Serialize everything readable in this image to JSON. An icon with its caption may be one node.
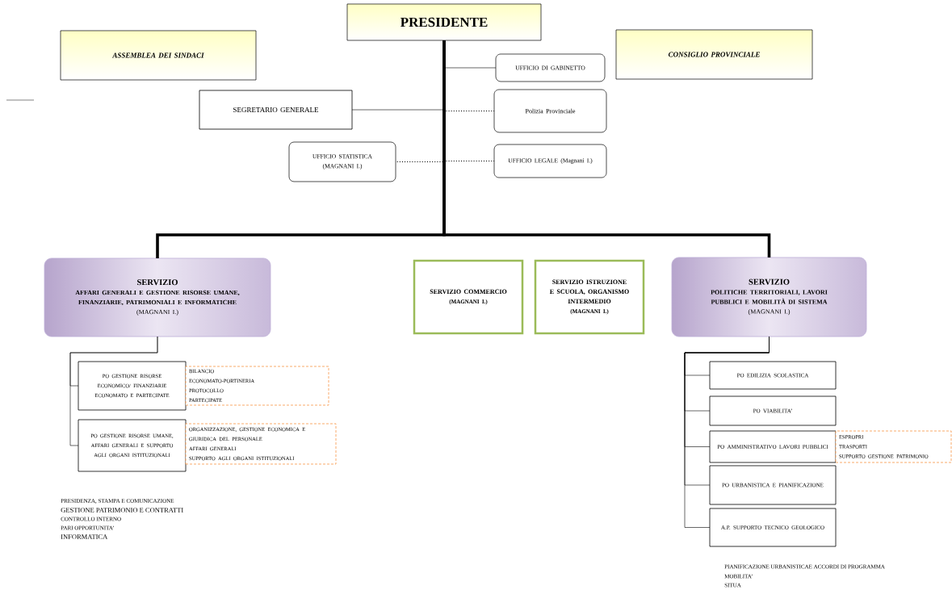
{
  "diagram": {
    "nodes": [
      {
        "text": [
          "PRESIDENTE"
        ]
      },
      {
        "text": [
          "ASSEMBLEA DEI SINDACI"
        ]
      },
      {
        "text": [
          "CONSIGLIO PROVINCIALE"
        ]
      },
      {
        "text": [
          "UFFICIO DI GABINETTO"
        ]
      },
      {
        "text": [
          "SEGRETARIO GENERALE"
        ]
      },
      {
        "text": [
          "Polizia Provinciale"
        ]
      },
      {
        "text": [
          "UFFICIO STATISTICA (MAGNANI I.)"
        ]
      },
      {
        "text": [
          "UFFICIO LEGALE (Magnani I.)"
        ]
      },
      {
        "text": [
          "SERVIZIO",
          "AFFARI GENERALI E GESTIONE RISORSE UMANE, FINANZIARIE, PATRIMONIALI E INFORMATICHE",
          "(MAGNANI I.)"
        ]
      },
      {
        "text": [
          "SERVIZIO COMMERCIO",
          "(MAGNANI I.)"
        ]
      },
      {
        "text": [
          "SERVIZIO ISTRUZIONE E SCUOLA, ORGANISMO INTERMEDIO",
          "(MAGNANI I.)"
        ]
      },
      {
        "text": [
          "SERVIZIO",
          "POLITICHE TERRITORIALI, LAVORI PUBBLICI E MOBILITÀ DI SISTEMA",
          "(MAGNANI I.)"
        ]
      },
      {
        "text": [
          "PO GESTIONE RISORSE ECONOMICO/ FINANZIARIE ECONOMATO E PARTECIPATE"
        ]
      },
      {
        "text": [
          "BILANCIO",
          "ECONOMATO-PORTINERIA",
          "PROTOCOLLO",
          "PARTECIPATE"
        ]
      },
      {
        "text": [
          "PO GESTIONE RISORSE UMANE, AFFARI GENERALI E SUPPORTO AGLI ORGANI ISTITUZIONALI"
        ]
      },
      {
        "text": [
          "ORGANIZZAZIONE, GESTIONE ECONOMICA E GIURIDICA DEL PERSONALE",
          "AFFARI GENERALI",
          "SUPPORTO AGLI ORGANI ISTITUZIONALI"
        ]
      },
      {
        "text": [
          "PO EDILIZIA SCOLASTICA"
        ]
      },
      {
        "text": [
          "PO VIABILITA’"
        ]
      },
      {
        "text": [
          "PO AMMINISTRATIVO LAVORI PUBBLICI"
        ]
      },
      {
        "text": [
          "ESPROPRI",
          "TRASPORTI",
          "SUPPORTO GESTIONE PATRIMONIO"
        ]
      },
      {
        "text": [
          "PO URBANISTICA E PIANIFICAZIONE"
        ]
      },
      {
        "text": [
          "A.P. SUPPORTO TECNICO GEOLOGICO"
        ]
      }
    ],
    "edges": [
      {
        "from": 0,
        "to": 4,
        "arrow": "none"
      },
      {
        "from": 0,
        "to": 3,
        "arrow": "none"
      },
      {
        "from": 0,
        "to": 5,
        "arrow": "none",
        "style": "dashed"
      },
      {
        "from": 0,
        "to": 6,
        "arrow": "none",
        "style": "dashed"
      },
      {
        "from": 0,
        "to": 7,
        "arrow": "none",
        "style": "dashed"
      },
      {
        "from": 0,
        "to": 8,
        "arrow": "none",
        "style": "thick"
      },
      {
        "from": 0,
        "to": 11,
        "arrow": "none",
        "style": "thick"
      },
      {
        "from": 8,
        "to": 12,
        "arrow": "none"
      },
      {
        "from": 8,
        "to": 14,
        "arrow": "none"
      },
      {
        "from": 11,
        "to": 16,
        "arrow": "none"
      },
      {
        "from": 11,
        "to": 17,
        "arrow": "none"
      },
      {
        "from": 11,
        "to": 18,
        "arrow": "none"
      },
      {
        "from": 11,
        "to": 20,
        "arrow": "none"
      },
      {
        "from": 11,
        "to": 21,
        "arrow": "none"
      }
    ],
    "labels": [
      "PRESIDENZA, STAMPA E COMUNICAZIONE",
      "GESTIONE PATRIMONIO E CONTRATTI",
      "CONTROLLO INTERNO",
      "PARI OPPORTUNITA’",
      "INFORMATICA",
      "PIANIFICAZIONE URBANISTICAE ACCORDI DI PROGRAMMA",
      "MOBILITA’",
      "SITUA"
    ]
  }
}
